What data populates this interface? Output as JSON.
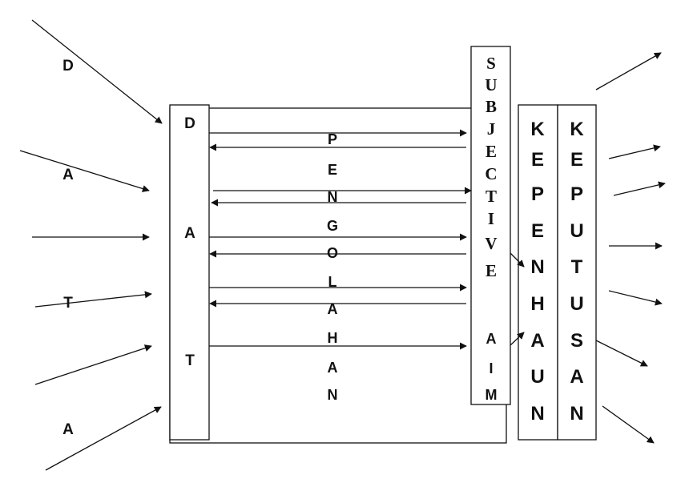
{
  "outer_letters": [
    "D",
    "A",
    "T",
    "A"
  ],
  "data_box_letters": [
    "D",
    "A",
    "T"
  ],
  "process_letters": [
    "P",
    "E",
    "N",
    "G",
    "O",
    "L",
    "A",
    "H",
    "A",
    "N"
  ],
  "subjective_letters": [
    "S",
    "U",
    "B",
    "J",
    "E",
    "C",
    "T",
    "I",
    "V",
    "E"
  ],
  "aim_letters": [
    "A",
    "I",
    "M"
  ],
  "kepenhaun_letters": [
    "K",
    "E",
    "P",
    "E",
    "N",
    "H",
    "A",
    "U",
    "N"
  ],
  "keputusan_letters": [
    "K",
    "E",
    "P",
    "U",
    "T",
    "U",
    "S",
    "A",
    "N"
  ],
  "colors": {
    "ink": "#111111",
    "background": "#ffffff"
  }
}
